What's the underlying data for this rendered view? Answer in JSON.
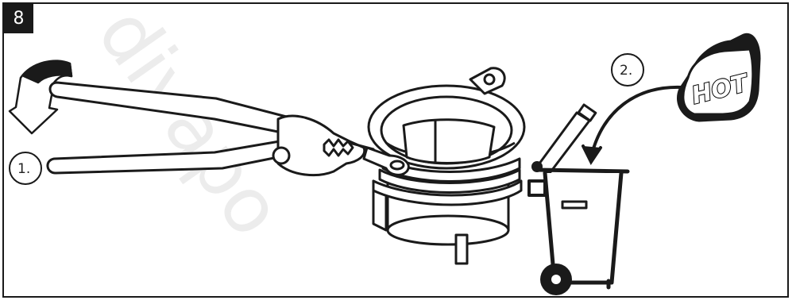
{
  "figure": {
    "step_number": "8",
    "step_1_label": "1.",
    "step_2_label": "2.",
    "hot_label": "HOT",
    "watermark": "divapo"
  },
  "icons": {
    "pliers": "pliers-icon",
    "rotation_arrow": "rotate-arrow-icon",
    "part": "ring-seal-part",
    "trash_bin": "trash-bin-icon",
    "hot_tag": "hot-warning-tag",
    "curved_arrow": "curved-arrow-icon"
  },
  "colors": {
    "ink": "#1a1a1a",
    "paper": "#ffffff"
  }
}
